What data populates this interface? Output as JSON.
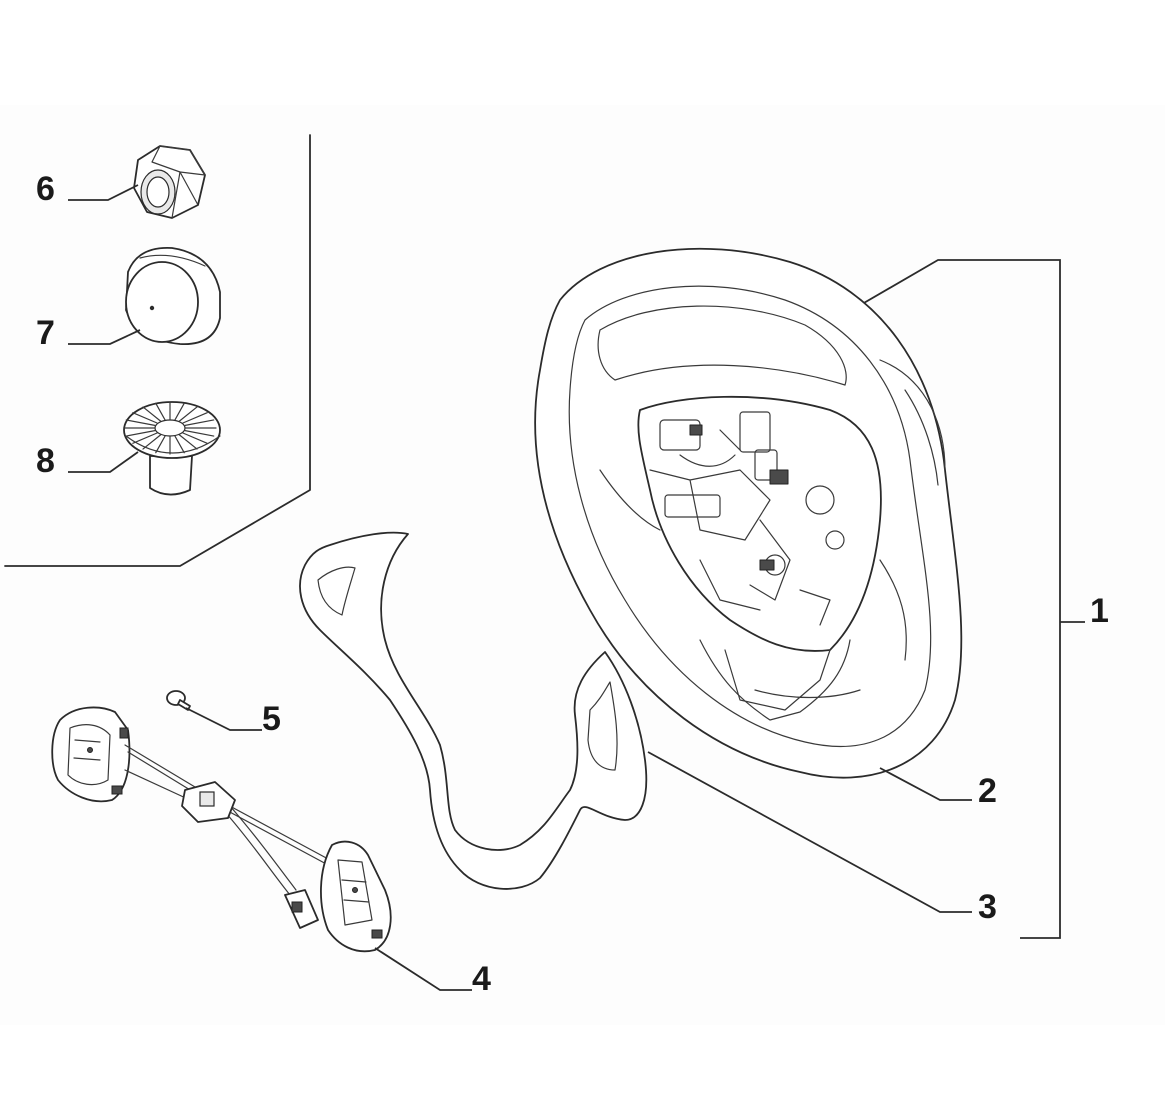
{
  "callouts": [
    {
      "id": "1",
      "label": "1"
    },
    {
      "id": "2",
      "label": "2"
    },
    {
      "id": "3",
      "label": "3"
    },
    {
      "id": "4",
      "label": "4"
    },
    {
      "id": "5",
      "label": "5"
    },
    {
      "id": "6",
      "label": "6"
    },
    {
      "id": "7",
      "label": "7"
    },
    {
      "id": "8",
      "label": "8"
    }
  ],
  "colors": {
    "background": "#ffffff",
    "frame": "#fdfdfd",
    "line": "#2b2b2b"
  }
}
